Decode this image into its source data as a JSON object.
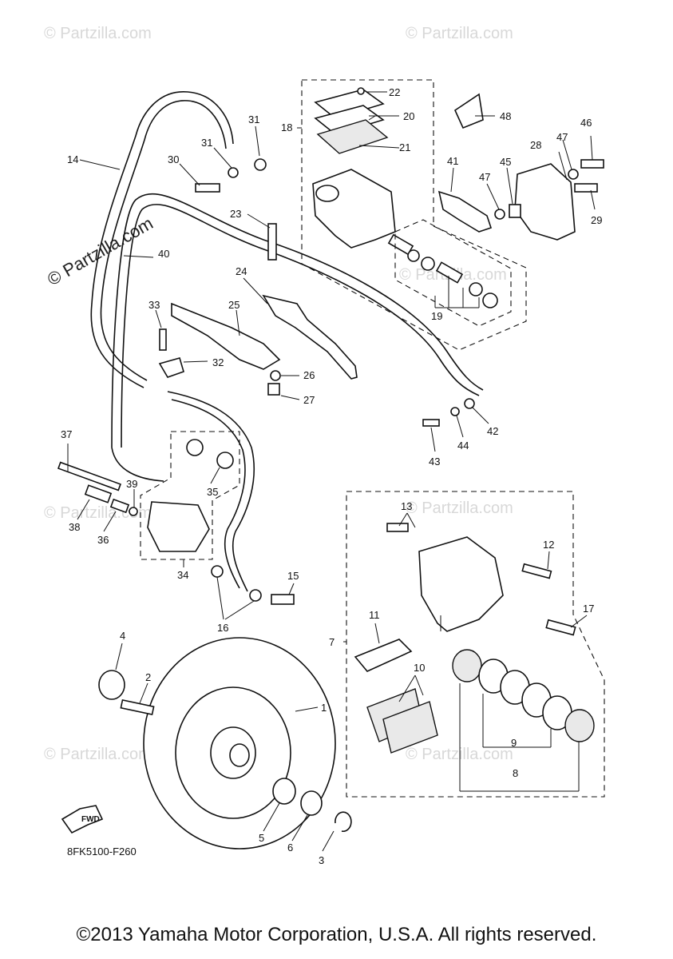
{
  "watermarks": {
    "corner": "© Partzilla.com",
    "main": "© Partzilla.com"
  },
  "diagram_code": "8FK5100-F260",
  "fwd_label": "FWD",
  "copyright": "©2013 Yamaha Motor Corporation, U.S.A. All rights reserved.",
  "callouts": {
    "c1": "1",
    "c2": "2",
    "c3": "3",
    "c4": "4",
    "c5": "5",
    "c6": "6",
    "c7": "7",
    "c8": "8",
    "c9": "9",
    "c10": "10",
    "c11": "11",
    "c12": "12",
    "c13": "13",
    "c14": "14",
    "c15": "15",
    "c16": "16",
    "c17": "17",
    "c18": "18",
    "c19": "19",
    "c20": "20",
    "c21": "21",
    "c22": "22",
    "c23": "23",
    "c24": "24",
    "c25": "25",
    "c26": "26",
    "c27": "27",
    "c28": "28",
    "c29": "29",
    "c30": "30",
    "c31a": "31",
    "c31b": "31",
    "c32": "32",
    "c33": "33",
    "c34": "34",
    "c35": "35",
    "c36": "36",
    "c37": "37",
    "c38": "38",
    "c39": "39",
    "c40": "40",
    "c41": "41",
    "c42": "42",
    "c43": "43",
    "c44": "44",
    "c45": "45",
    "c46": "46",
    "c47a": "47",
    "c47b": "47",
    "c48": "48"
  }
}
